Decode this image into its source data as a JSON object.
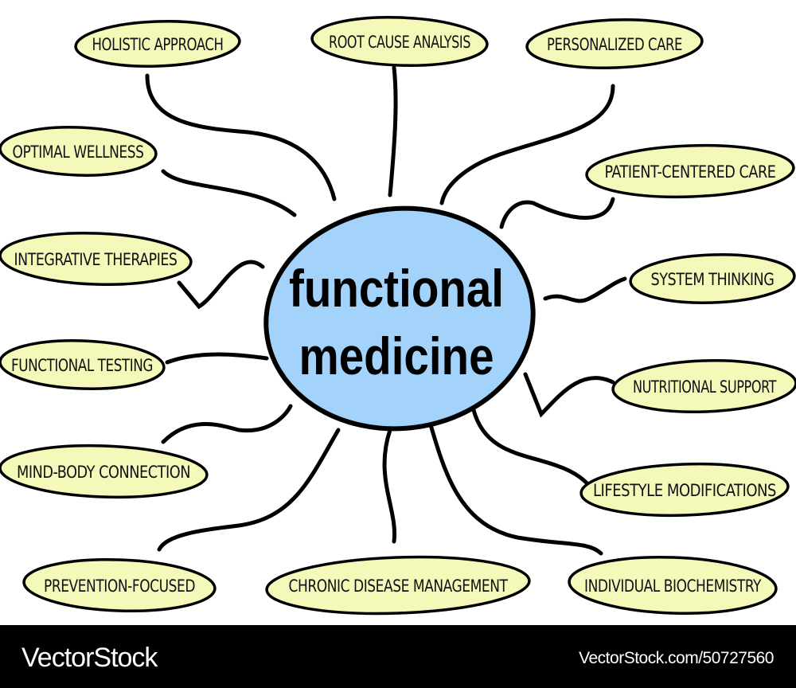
{
  "center": {
    "line1": "functional",
    "line2": "medicine",
    "fill": "#a3d3fb"
  },
  "node_fill": "#f4f8b9",
  "nodes": [
    {
      "label": "HOLISTIC APPROACH"
    },
    {
      "label": "ROOT CAUSE ANALYSIS"
    },
    {
      "label": "PERSONALIZED CARE"
    },
    {
      "label": "OPTIMAL WELLNESS"
    },
    {
      "label": "PATIENT-CENTERED CARE"
    },
    {
      "label": "INTEGRATIVE THERAPIES"
    },
    {
      "label": "SYSTEM THINKING"
    },
    {
      "label": "FUNCTIONAL TESTING"
    },
    {
      "label": "NUTRITIONAL SUPPORT"
    },
    {
      "label": "MIND-BODY CONNECTION"
    },
    {
      "label": "LIFESTYLE MODIFICATIONS"
    },
    {
      "label": "PREVENTION-FOCUSED"
    },
    {
      "label": "CHRONIC DISEASE MANAGEMENT"
    },
    {
      "label": "INDIVIDUAL BIOCHEMISTRY"
    }
  ],
  "footer": {
    "brand": "VectorStock",
    "ref": "VectorStock.com/50727560"
  }
}
